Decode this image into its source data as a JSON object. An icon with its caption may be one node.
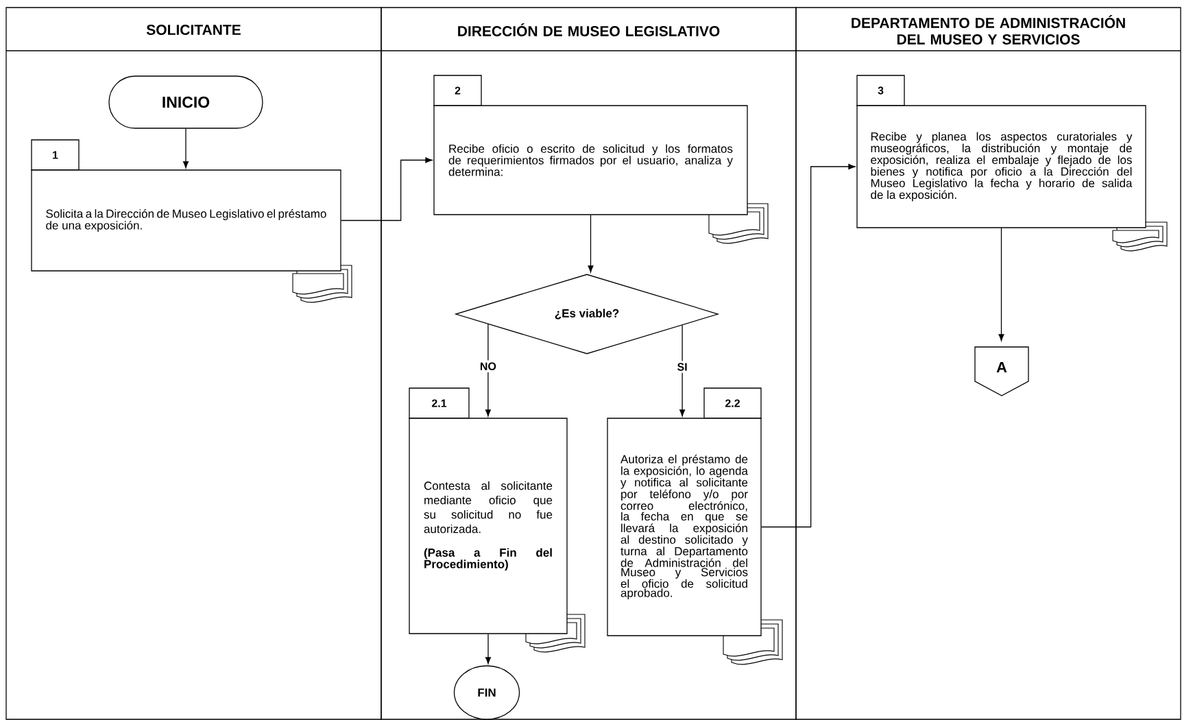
{
  "diagram": {
    "nodes": [
      {
        "text": [
          "SOLICITANTE"
        ]
      },
      {
        "text": [
          "DIRECCIÓN DE MUSEO LEGISLATIVO"
        ]
      },
      {
        "text": [
          "DEPARTAMENTO DE ADMINISTRACIÓN DEL MUSEO Y SERVICIOS"
        ]
      },
      {
        "text": [
          "INICIO"
        ],
        "in": 0
      },
      {
        "text": [
          "1",
          "Solicita a la Dirección de Museo Legislativo el préstamo de una exposición."
        ],
        "in": 0
      },
      {
        "text": [
          "2",
          "Recibe oficio o escrito de solicitud y los formatos de requerimientos firmados por el usuario, analiza y determina:"
        ],
        "in": 1
      },
      {
        "text": [
          "¿Es viable?"
        ],
        "in": 1
      },
      {
        "text": [
          "2.1",
          "Contesta al solicitante mediante oficio que su solicitud no fue autorizada.",
          "(Pasa a Fin del Procedimiento)"
        ],
        "in": 1
      },
      {
        "text": [
          "2.2",
          "Autoriza el préstamo de la exposición, lo agenda y notifica al solicitante por teléfono y/o por correo electrónico, la fecha en que se llevará la exposición al destino solicitado y turna al Departamento de Administración del Museo y Servicios el oficio de solicitud aprobado."
        ],
        "in": 1
      },
      {
        "text": [
          "3",
          "Recibe y planea los aspectos curatoriales y museográficos, la distribución y montaje de exposición, realiza el embalaje y flejado de los bienes y notifica por oficio a la Dirección del Museo Legislativo la fecha y horario de salida de la exposición."
        ],
        "in": 2
      },
      {
        "text": [
          "A"
        ],
        "in": 2
      },
      {
        "text": [
          "FIN"
        ],
        "in": 1
      }
    ],
    "edges": [
      {
        "from": 3,
        "to": 4,
        "arrow": "to"
      },
      {
        "from": 4,
        "to": 5,
        "arrow": "to"
      },
      {
        "from": 5,
        "to": 6,
        "arrow": "to"
      },
      {
        "from": 6,
        "to": 7,
        "label": "NO",
        "arrow": "to"
      },
      {
        "from": 6,
        "to": 8,
        "label": "SI",
        "arrow": "to"
      },
      {
        "from": 7,
        "to": 11,
        "arrow": "to"
      },
      {
        "from": 8,
        "to": 9,
        "arrow": "to"
      },
      {
        "from": 9,
        "to": 10,
        "arrow": "to"
      }
    ]
  }
}
